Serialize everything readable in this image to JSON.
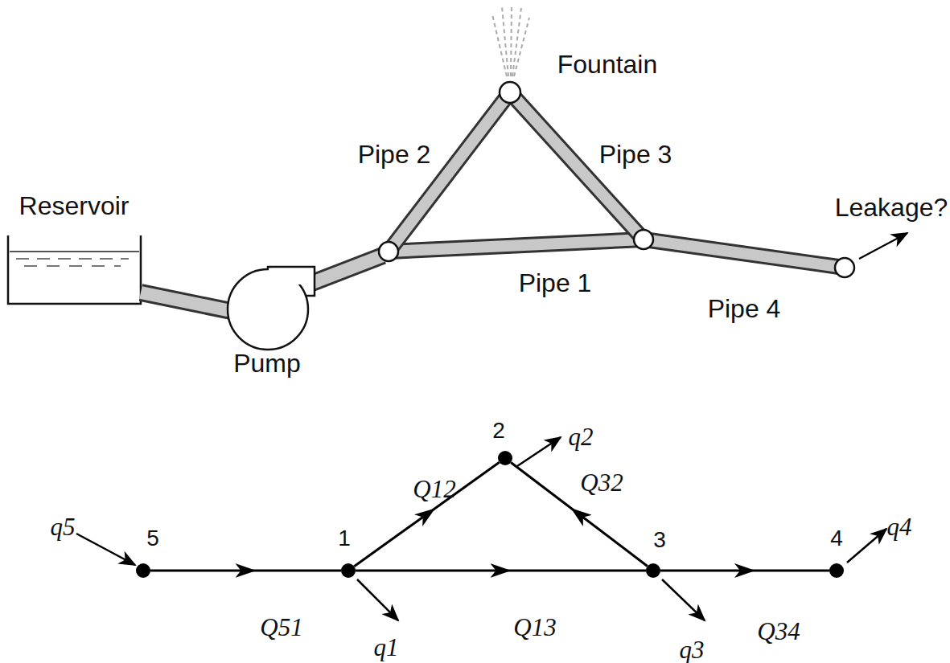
{
  "diagram": {
    "nodes": [
      {
        "text": [
          "5"
        ]
      },
      {
        "text": [
          "1"
        ]
      },
      {
        "text": [
          "2"
        ]
      },
      {
        "text": [
          "3"
        ]
      },
      {
        "text": [
          "4"
        ]
      }
    ],
    "edges": [
      {
        "from": 0,
        "to": 1,
        "label": "Q51",
        "arrow": "to"
      },
      {
        "from": 1,
        "to": 2,
        "label": "Q12",
        "arrow": "to"
      },
      {
        "from": 3,
        "to": 2,
        "label": "Q32",
        "arrow": "to"
      },
      {
        "from": 1,
        "to": 3,
        "label": "Q13",
        "arrow": "to"
      },
      {
        "from": 3,
        "to": 4,
        "label": "Q34",
        "arrow": "to"
      }
    ],
    "labels": [
      "Fountain",
      "Pipe 2",
      "Pipe 3",
      "Reservoir",
      "Leakage?",
      "Pipe 1",
      "Pipe 4",
      "Pump",
      "q2",
      "q5",
      "q4",
      "q1",
      "q3"
    ]
  }
}
